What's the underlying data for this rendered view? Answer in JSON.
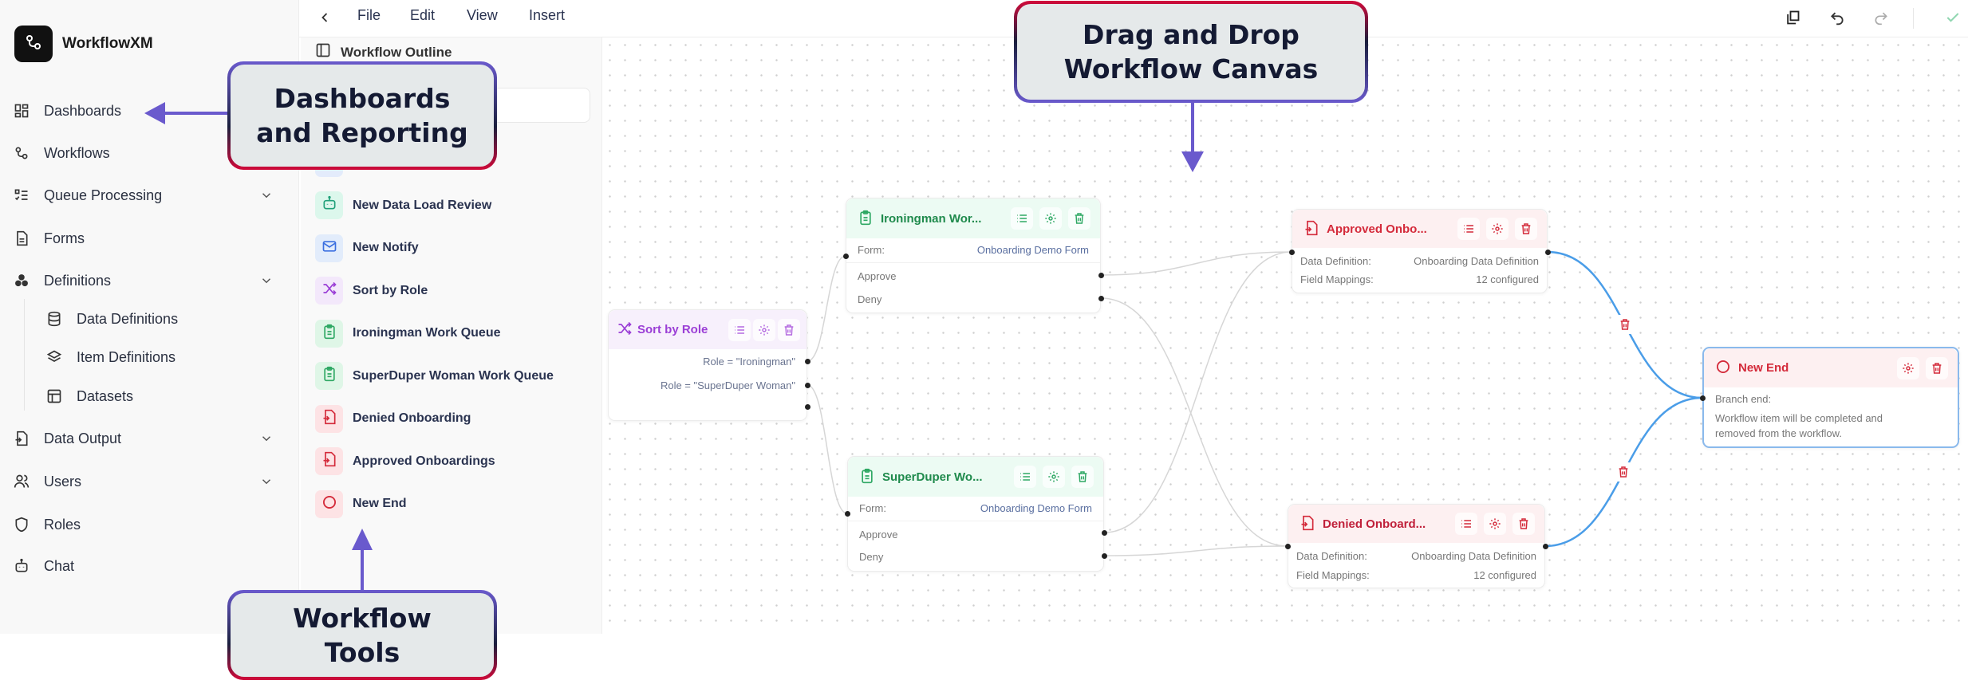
{
  "app": {
    "name": "WorkflowXM"
  },
  "sidebar": {
    "items": [
      {
        "label": "Dashboards",
        "icon": "dashboard-icon"
      },
      {
        "label": "Workflows",
        "icon": "workflow-icon"
      },
      {
        "label": "Queue Processing",
        "icon": "queue-icon",
        "expandable": true
      },
      {
        "label": "Forms",
        "icon": "form-icon"
      },
      {
        "label": "Definitions",
        "icon": "definitions-icon",
        "expandable": true
      },
      {
        "label": "Data Definitions",
        "icon": "database-icon"
      },
      {
        "label": "Item Definitions",
        "icon": "layers-icon"
      },
      {
        "label": "Datasets",
        "icon": "table-icon"
      },
      {
        "label": "Data Output",
        "icon": "file-export-icon",
        "expandable": true
      },
      {
        "label": "Users",
        "icon": "users-icon",
        "expandable": true
      },
      {
        "label": "Roles",
        "icon": "shield-icon"
      },
      {
        "label": "Chat",
        "icon": "bot-icon"
      }
    ]
  },
  "menu": {
    "items": [
      "File",
      "Edit",
      "View",
      "Insert"
    ]
  },
  "tools": {
    "title": "Workflow Outline",
    "items": [
      {
        "label": "",
        "icon": "hidden-icon",
        "color": "#e3ebfb"
      },
      {
        "label": "New Data Load Review",
        "icon": "bot-icon",
        "color": "#dcf7ec"
      },
      {
        "label": "New Notify",
        "icon": "mail-icon",
        "color": "#e2ecfb"
      },
      {
        "label": "Sort by Role",
        "icon": "shuffle-icon",
        "color": "#f3e8fb"
      },
      {
        "label": "Ironingman Work Queue",
        "icon": "clipboard-icon",
        "color": "#dff6e7"
      },
      {
        "label": "SuperDuper Woman Work Queue",
        "icon": "clipboard-icon",
        "color": "#dff6e7"
      },
      {
        "label": "Denied Onboarding",
        "icon": "file-export-icon",
        "color": "#fde3e5"
      },
      {
        "label": "Approved Onboardings",
        "icon": "file-export-icon",
        "color": "#fde3e5"
      },
      {
        "label": "New End",
        "icon": "circle-icon",
        "color": "#fde3e5"
      }
    ]
  },
  "nodes": {
    "sort": {
      "title": "Sort by Role",
      "rows": [
        "Role = \"Ironingman\"",
        "Role = \"SuperDuper Woman\""
      ]
    },
    "iron": {
      "title": "Ironingman Wor...",
      "form_label": "Form:",
      "form_value": "Onboarding Demo Form",
      "outputs": [
        "Approve",
        "Deny"
      ]
    },
    "super": {
      "title": "SuperDuper Wo...",
      "form_label": "Form:",
      "form_value": "Onboarding Demo Form",
      "outputs": [
        "Approve",
        "Deny"
      ]
    },
    "approved": {
      "title": "Approved Onbo...",
      "dd_label": "Data Definition:",
      "dd_value": "Onboarding Data Definition",
      "fm_label": "Field Mappings:",
      "fm_value": "12 configured"
    },
    "denied": {
      "title": "Denied Onboard...",
      "dd_label": "Data Definition:",
      "dd_value": "Onboarding Data Definition",
      "fm_label": "Field Mappings:",
      "fm_value": "12 configured"
    },
    "end": {
      "title": "New End",
      "line1": "Branch end:",
      "line2": "Workflow item will be completed and",
      "line3": "removed from the workflow."
    }
  },
  "colors": {
    "queue": "#1f8a4c",
    "output": "#d42a3a",
    "sort": "#9b3fd6",
    "edge_active": "#4a9de8",
    "edge": "#d6d6d6",
    "callout_purple": "#6a5acd",
    "callout_red": "#d10a3a"
  },
  "callouts": {
    "dashboards": [
      "Dashboards",
      "and Reporting"
    ],
    "tools": [
      "Workflow",
      "Tools"
    ],
    "canvas": [
      "Drag and Drop",
      "Workflow Canvas"
    ]
  }
}
